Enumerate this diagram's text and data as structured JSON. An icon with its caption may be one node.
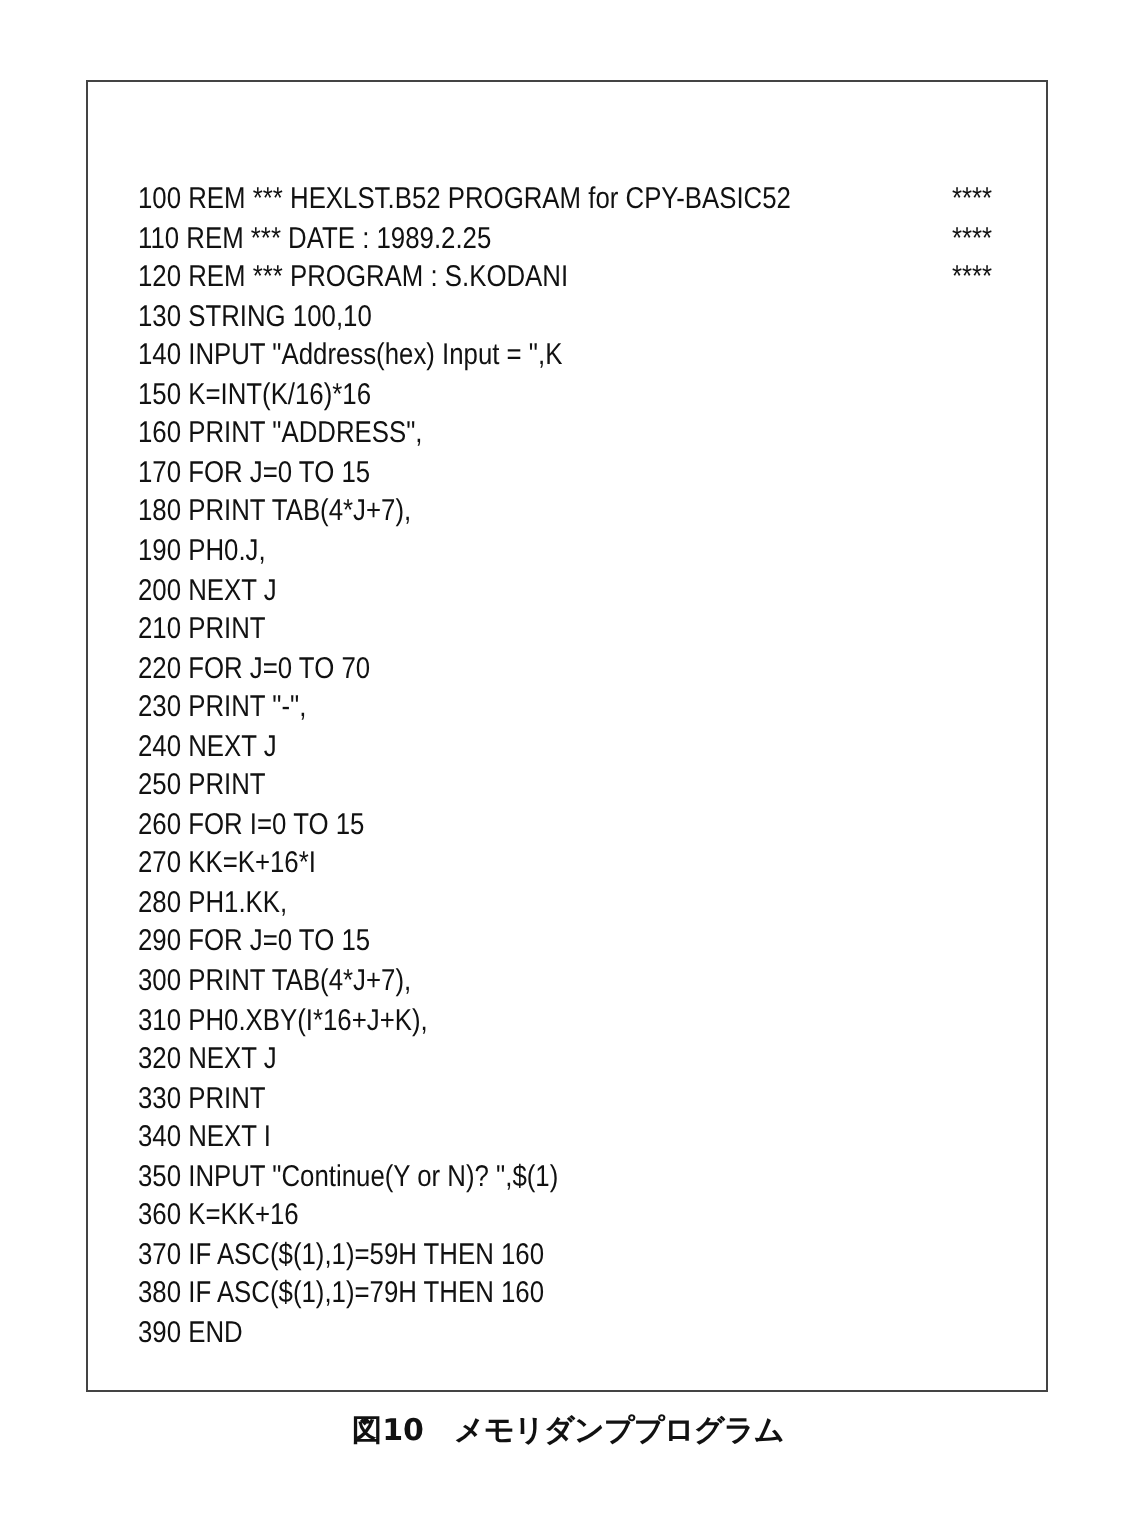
{
  "diagram": {
    "caption": "図10　メモリダンププログラム",
    "labels": [
      "100 REM *** HEXLST.B52 PROGRAM for CPY-BASIC52",
      "****",
      "110 REM *** DATE : 1989.2.25",
      "****",
      "120 REM *** PROGRAM : S.KODANI",
      "****",
      "130 STRING 100,10",
      "140 INPUT \"Address(hex) Input = \",K",
      "150 K=INT(K/16)*16",
      "160 PRINT \"ADDRESS\",",
      "170 FOR J=0 TO 15",
      "180 PRINT TAB(4*J+7),",
      "190 PH0.J,",
      "200 NEXT J",
      "210 PRINT",
      "220 FOR J=0 TO 70",
      "230 PRINT \"-\",",
      "240 NEXT J",
      "250 PRINT",
      "260 FOR I=0 TO 15",
      "270 KK=K+16*I",
      "280 PH1.KK,",
      "290 FOR J=0 TO 15",
      "300 PRINT TAB(4*J+7),",
      "310 PH0.XBY(I*16+J+K),",
      "320 NEXT J",
      "330 PRINT",
      "340 NEXT I",
      "350 INPUT \"Continue(Y or N)? \",$(1)",
      "360 K=KK+16",
      "370 IF ASC($(1),1)=59H THEN 160",
      "380 IF ASC($(1),1)=79H THEN 160",
      "390 END"
    ]
  }
}
